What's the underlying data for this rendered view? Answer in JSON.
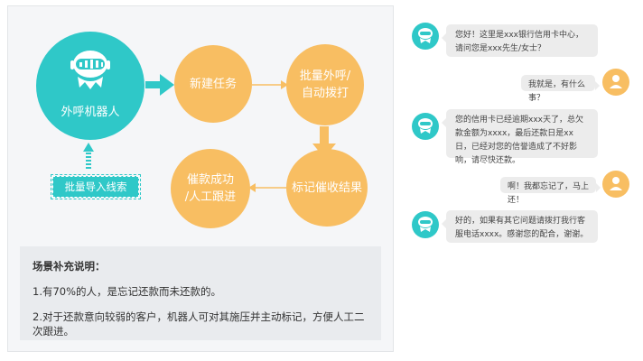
{
  "flow": {
    "robot_label": "外呼机器人",
    "step1": "新建任务",
    "step2": "批量外呼/\n自动拨打",
    "step3": "标记催收结果",
    "step4": "催款成功\n/人工跟进",
    "import_label": "批量导入线索"
  },
  "notes": {
    "title": "场景补充说明：",
    "line1": "1.有70%的人，是忘记还款而未还款的。",
    "line2": "2.对于还款意向较弱的客户，机器人可对其施压并主动标记，方便人工二次跟进。"
  },
  "chat": {
    "messages": [
      {
        "from": "bot",
        "text": "您好！这里是xxx银行信用卡中心，请问您是xxx先生/女士？"
      },
      {
        "from": "user",
        "text": "我就是，有什么事？"
      },
      {
        "from": "bot",
        "text": "您的信用卡已经逾期xxx天了，总欠款金额为xxxx，最后还款日是xx日，已经对您的信誉造成了不好影响，请尽快还款。"
      },
      {
        "from": "user",
        "text": "啊！我都忘记了，马上还！"
      },
      {
        "from": "bot",
        "text": "好的，如果有其它问题请拨打我行客服电话xxxx。感谢您的配合，谢谢。"
      }
    ]
  },
  "colors": {
    "teal": "#2fc8c8",
    "orange": "#f8be62",
    "bubble": "#ececec"
  },
  "icons": {
    "robot": "robot-icon",
    "user": "person-icon"
  }
}
